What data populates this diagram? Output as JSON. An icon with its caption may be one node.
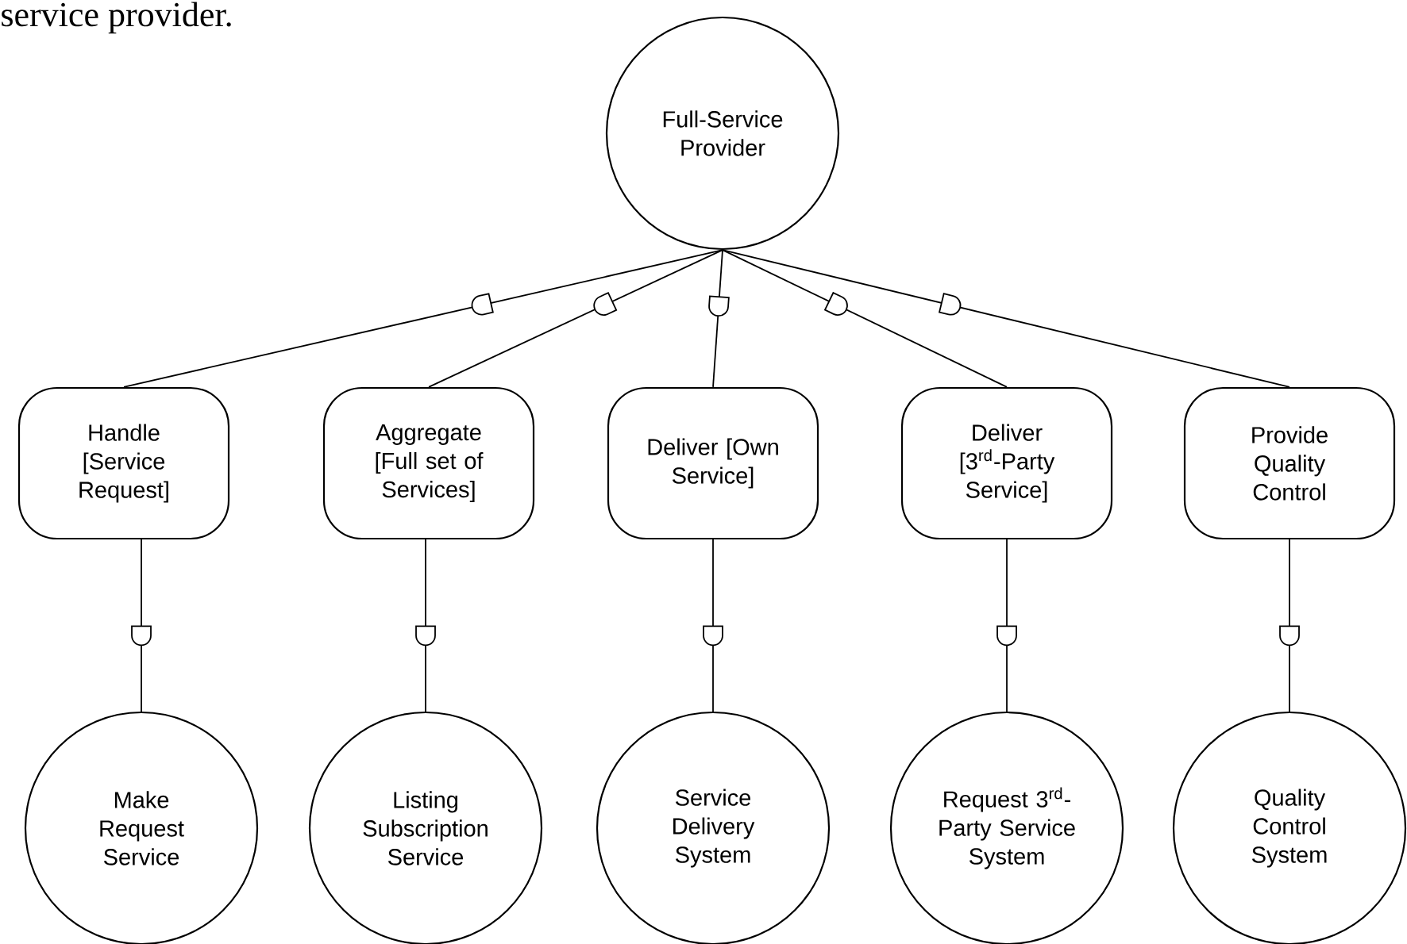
{
  "diagram": {
    "nodes": [
      {
        "text": [
          "Full-Service Provider"
        ]
      },
      {
        "text": [
          "Handle [Service Request]"
        ]
      },
      {
        "text": [
          "Aggregate [Full set of Services]"
        ]
      },
      {
        "text": [
          "Deliver [Own Service]"
        ]
      },
      {
        "text": [
          "Deliver [3$^{rd}$-Party Service]"
        ]
      },
      {
        "text": [
          "Provide Quality Control"
        ]
      },
      {
        "text": [
          "Make Request Service"
        ]
      },
      {
        "text": [
          "Listing Subscription Service"
        ]
      },
      {
        "text": [
          "Service Delivery System"
        ]
      },
      {
        "text": [
          "Request 3$^{rd}$-Party Service System"
        ]
      },
      {
        "text": [
          "Quality Control System"
        ]
      }
    ],
    "edges": [
      {
        "from": 0,
        "to": 1,
        "arrow": "none"
      },
      {
        "from": 0,
        "to": 2,
        "arrow": "none"
      },
      {
        "from": 0,
        "to": 3,
        "arrow": "none"
      },
      {
        "from": 0,
        "to": 4,
        "arrow": "none"
      },
      {
        "from": 0,
        "to": 5,
        "arrow": "none"
      },
      {
        "from": 1,
        "to": 6,
        "arrow": "none"
      },
      {
        "from": 2,
        "to": 7,
        "arrow": "none"
      },
      {
        "from": 3,
        "to": 8,
        "arrow": "none"
      },
      {
        "from": 4,
        "to": 9,
        "arrow": "none"
      },
      {
        "from": 5,
        "to": 10,
        "arrow": "none"
      }
    ],
    "labels": [
      "service provider."
    ]
  }
}
